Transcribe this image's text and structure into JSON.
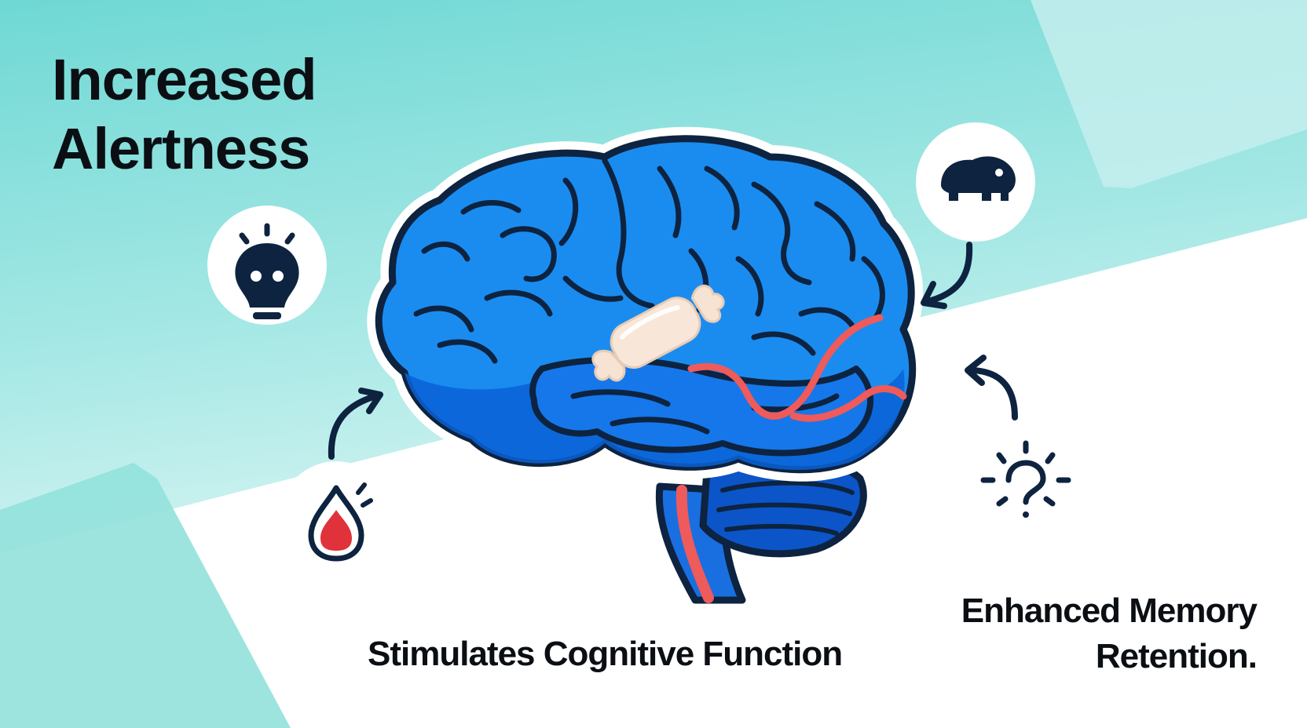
{
  "title": {
    "line1": "Increased",
    "line2": "Alertness"
  },
  "labels": {
    "stimulates": "Stimulates Cognitive Function",
    "memory_line1": "Enhanced Memory",
    "memory_line2": "Retention."
  },
  "icons": [
    {
      "name": "lightbulb-icon"
    },
    {
      "name": "blood-drop-icon"
    },
    {
      "name": "elephant-icon"
    },
    {
      "name": "question-spark-icon"
    },
    {
      "name": "brain-illustration"
    },
    {
      "name": "candy-icon"
    }
  ],
  "colors": {
    "background_teal": "#7fdcd8",
    "brain_blue": "#1a8cf0",
    "brain_dark_blue": "#0b55c8",
    "outline_navy": "#0d2340",
    "vessel_red": "#ef5a5a",
    "drop_red": "#e0323a",
    "candy_cream": "#f6e3d3"
  }
}
